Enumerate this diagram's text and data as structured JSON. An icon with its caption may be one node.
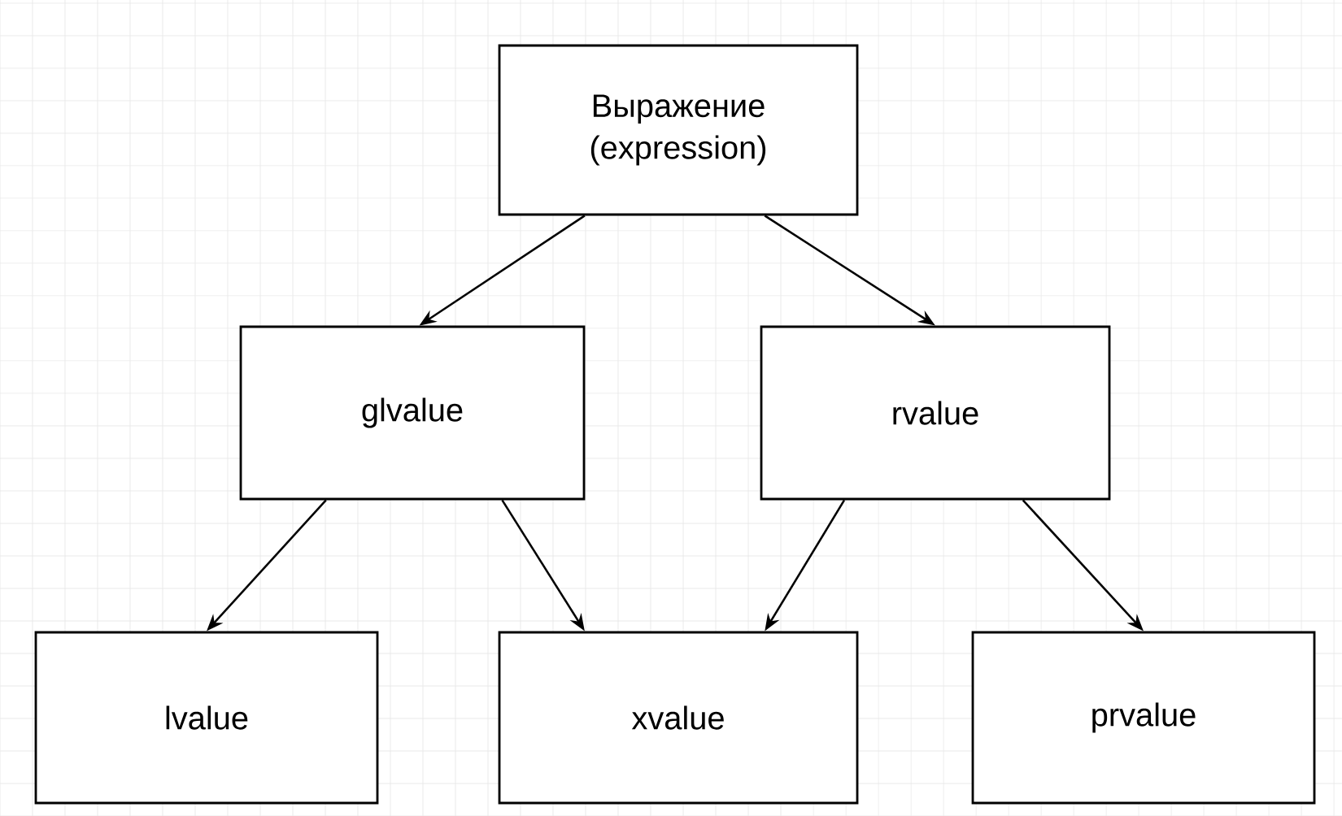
{
  "diagram": {
    "nodes": [
      {
        "text": [
          "Выражение (expression)"
        ]
      },
      {
        "text": [
          "glvalue"
        ]
      },
      {
        "text": [
          "rvalue"
        ]
      },
      {
        "text": [
          "lvalue"
        ]
      },
      {
        "text": [
          "xvalue"
        ]
      },
      {
        "text": [
          "prvalue"
        ]
      }
    ],
    "edges": [
      {
        "from": 0,
        "to": 1,
        "arrow": "to"
      },
      {
        "from": 0,
        "to": 2,
        "arrow": "to"
      },
      {
        "from": 1,
        "to": 3,
        "arrow": "to"
      },
      {
        "from": 1,
        "to": 4,
        "arrow": "to"
      },
      {
        "from": 2,
        "to": 4,
        "arrow": "to"
      },
      {
        "from": 2,
        "to": 5,
        "arrow": "to"
      }
    ]
  }
}
